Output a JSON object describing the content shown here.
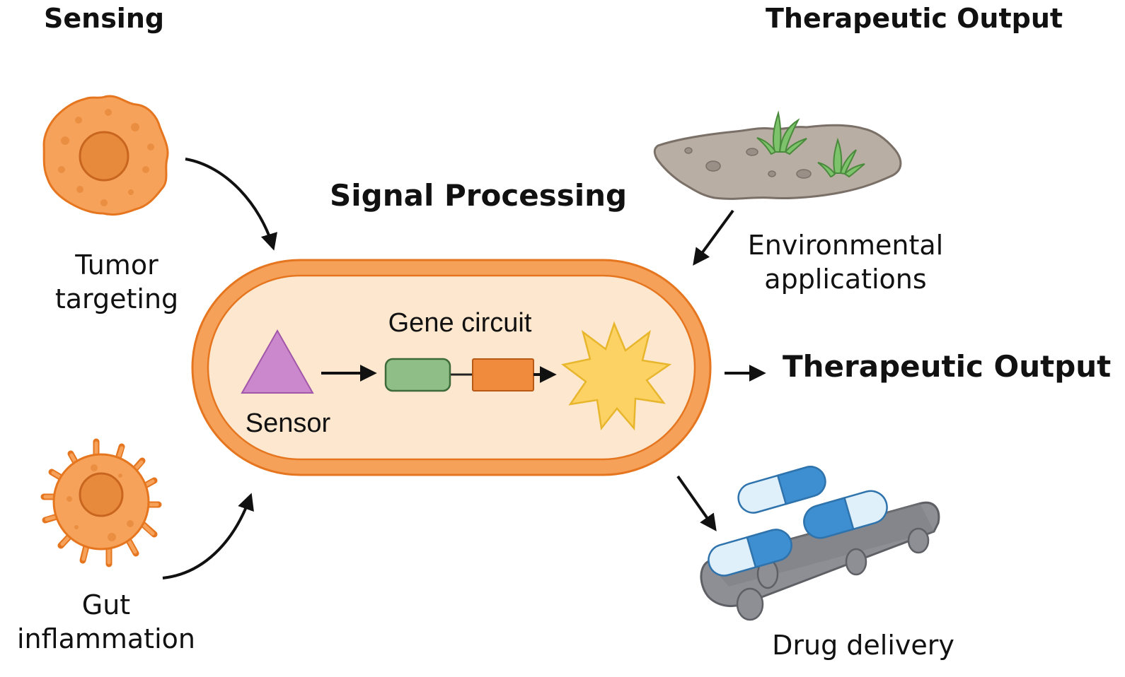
{
  "headings": {
    "sensing": "Sensing",
    "therapeutic_output_top": "Therapeutic Output",
    "signal_processing": "Signal Processing"
  },
  "inputs": [
    {
      "id": "tumor",
      "line1": "Tumor",
      "line2": "targeting",
      "icon": "tumor-cell-icon"
    },
    {
      "id": "gut",
      "line1": "Gut",
      "line2": "inflammation",
      "icon": "immune-cell-icon"
    }
  ],
  "cell": {
    "gene_circuit_label": "Gene circuit",
    "sensor_label": "Sensor",
    "components": [
      "sensor-triangle",
      "green-gene-block",
      "orange-gene-block",
      "output-starburst"
    ]
  },
  "outputs": {
    "therapeutic_output": "Therapeutic Output",
    "environmental": {
      "line1": "Environmental",
      "line2": "applications",
      "icon": "soil-plant-icon"
    },
    "drug_delivery": {
      "label": "Drug delivery",
      "icon": "pill-conveyor-icon"
    }
  },
  "colors": {
    "cell_membrane": "#f5a15a",
    "cell_membrane_stroke": "#e5761f",
    "cell_cytoplasm": "#fde8cf",
    "sensor": "#cc88cc",
    "gene_green": "#8fbf86",
    "gene_orange": "#f08a3c",
    "starburst": "#fcd265",
    "cell_orange": "#f6a25a",
    "nucleus": "#e88a3c",
    "soil": "#b9aea3",
    "plant": "#7dc36b",
    "pill_dark": "#3d8fd1",
    "pill_light": "#dff0fb",
    "conveyor": "#8d8f94"
  }
}
